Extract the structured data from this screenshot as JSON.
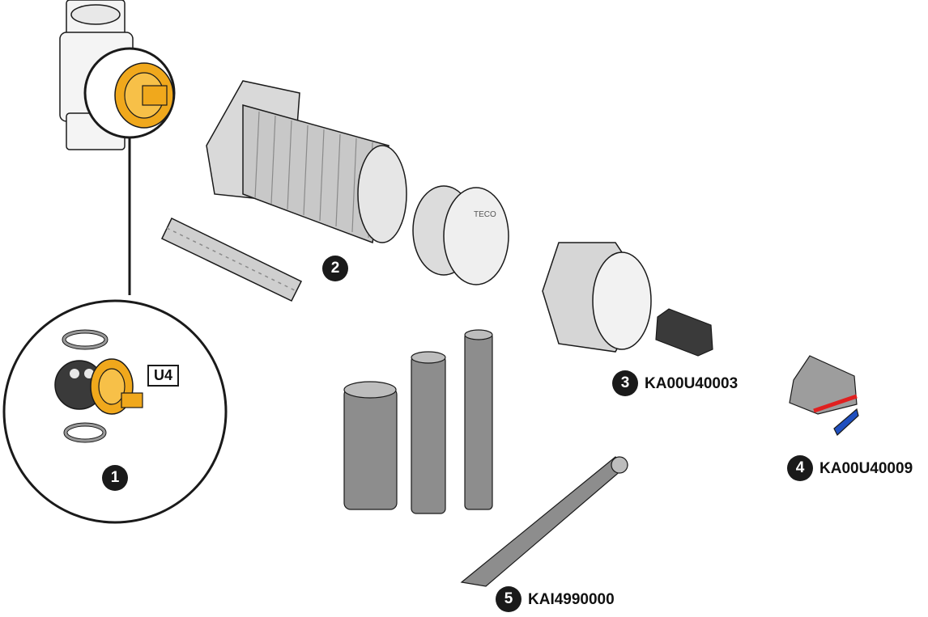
{
  "colors": {
    "accent": "#f0a81c",
    "part_grey": "#c8c8c8",
    "tool_grey": "#8d8d8d",
    "outline": "#1a1a1a",
    "knob_dark": "#3a3a3a",
    "red_strip": "#e02020",
    "blue_clip": "#1f4fbf"
  },
  "callouts": [
    {
      "number": "1",
      "code": ""
    },
    {
      "number": "2",
      "code": ""
    },
    {
      "number": "3",
      "code": "KA00U40003"
    },
    {
      "number": "4",
      "code": "KA00U40009"
    },
    {
      "number": "5",
      "code": "KAI4990000"
    }
  ],
  "tag": "U4",
  "icons": [
    "valve-body-icon",
    "ball-valve-insert-icon",
    "extension-tube-icon",
    "ruler-strip-icon",
    "cover-plate-icon",
    "sleeve-ring-icon",
    "adapter-icon",
    "handle-knob-icon",
    "socket-wrench-icon",
    "ratchet-wrench-icon"
  ]
}
